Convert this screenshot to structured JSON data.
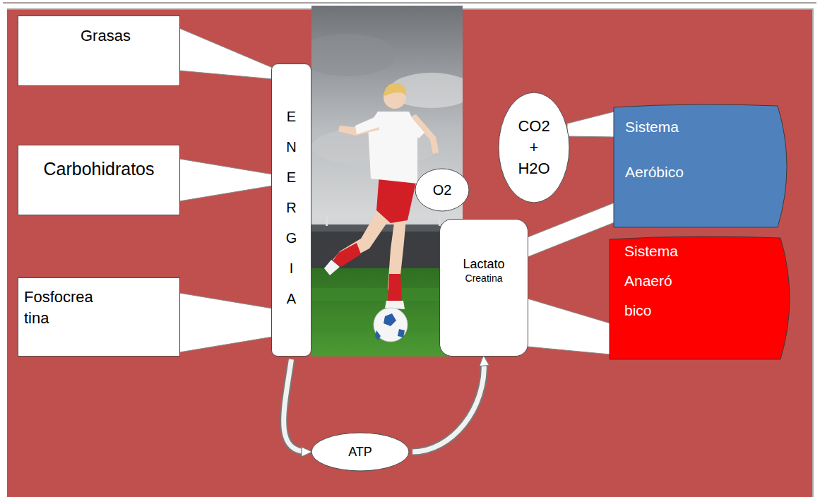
{
  "diagram": {
    "nodes": [
      {
        "text": [
          "Grasas"
        ]
      },
      {
        "text": [
          "Carbohidratos"
        ]
      },
      {
        "text": [
          "Fosfocrea tina"
        ]
      },
      {
        "text": [
          "E N E R G I A"
        ]
      },
      {
        "text": [
          "O2"
        ]
      },
      {
        "text": [
          "CO2 + H2O"
        ]
      },
      {
        "text": [
          "Lactato",
          "Creatina"
        ]
      },
      {
        "text": [
          "Sistema Aeróbico"
        ]
      },
      {
        "text": [
          "Sistema Anaeró bico"
        ]
      },
      {
        "text": [
          "ATP"
        ]
      }
    ],
    "edges": [
      {
        "from": 0,
        "to": 3,
        "arrow": "none"
      },
      {
        "from": 1,
        "to": 3,
        "arrow": "none"
      },
      {
        "from": 2,
        "to": 3,
        "arrow": "none"
      },
      {
        "from": 5,
        "to": 7,
        "arrow": "none"
      },
      {
        "from": 6,
        "to": 7,
        "arrow": "none"
      },
      {
        "from": 6,
        "to": 8,
        "arrow": "none"
      },
      {
        "from": 3,
        "to": 9,
        "arrow": "to"
      },
      {
        "from": 9,
        "to": 6,
        "arrow": "to"
      }
    ]
  }
}
